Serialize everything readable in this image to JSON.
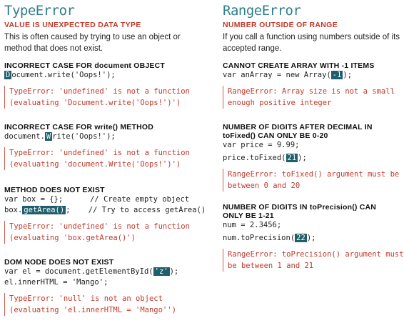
{
  "left": {
    "title": "TypeError",
    "subtitle": "VALUE IS UNEXPECTED DATA TYPE",
    "desc": [
      "This is often caused by trying to use an object or",
      "method that does not exist."
    ],
    "sections": [
      {
        "title_a": "INCORRECT CASE FOR ",
        "title_b": "document",
        "title_c": " OBJECT",
        "code": [
          {
            "pre": "",
            "hl": "D",
            "post": "ocument.write('Oops!');"
          }
        ],
        "msg": [
          "TypeError: 'undefined' is not a function",
          "(evaluating 'Document.write('Oops!')')"
        ]
      },
      {
        "title_a": "INCORRECT CASE FOR ",
        "title_b": "write()",
        "title_c": " METHOD",
        "code": [
          {
            "pre": "document.",
            "hl": "W",
            "post": "rite('Oops!');"
          }
        ],
        "msg": [
          "TypeError: 'undefined' is not a function",
          "(evaluating 'document.Write('Oops!')')"
        ]
      },
      {
        "title_a": "METHOD DOES NOT EXIST",
        "title_b": "",
        "title_c": "",
        "code": [
          {
            "pre": "var box = {};      // Create empty object",
            "hl": "",
            "post": ""
          },
          {
            "pre": "box.",
            "hl": "getArea()",
            "post": ";    // Try to access getArea()"
          }
        ],
        "msg": [
          "TypeError: 'undefined' is not a function",
          "(evaluating 'box.getArea()')"
        ]
      },
      {
        "title_a": "DOM NODE DOES NOT EXIST",
        "title_b": "",
        "title_c": "",
        "code": [
          {
            "pre": "var el = document.getElementById(",
            "hl": "'z'",
            "post": ");"
          },
          {
            "pre": "el.innerHTML = 'Mango';",
            "hl": "",
            "post": ""
          }
        ],
        "msg": [
          "TypeError: 'null' is not an object",
          "(evaluating 'el.innerHTML = 'Mango'')"
        ]
      }
    ]
  },
  "right": {
    "title": "RangeError",
    "subtitle": "NUMBER OUTSIDE OF RANGE",
    "desc": [
      "If you call a function using numbers outside of its",
      "accepted range."
    ],
    "sections": [
      {
        "title_lines": [
          "CANNOT CREATE ARRAY WITH -1 ITEMS"
        ],
        "code": [
          {
            "pre": "var anArray = new Array(",
            "hl": "-1",
            "post": ");"
          }
        ],
        "msg": [
          "RangeError: Array size is not a small",
          "enough positive integer"
        ]
      },
      {
        "title_lines": [
          "NUMBER OF DIGITS AFTER DECIMAL IN",
          "toFixed() CAN ONLY BE 0-20"
        ],
        "code": [
          {
            "pre": "var price = 9.99;",
            "hl": "",
            "post": ""
          },
          {
            "pre": "price.toFixed(",
            "hl": "21",
            "post": ");"
          }
        ],
        "msg": [
          "RangeError: toFixed() argument must be",
          "between 0 and 20"
        ]
      },
      {
        "title_lines": [
          "NUMBER OF DIGITS IN toPrecision() CAN",
          "ONLY BE 1-21"
        ],
        "code": [
          {
            "pre": "num = 2.3456;",
            "hl": "",
            "post": ""
          },
          {
            "pre": "num.toPrecision(",
            "hl": "22",
            "post": ");"
          }
        ],
        "msg": [
          "RangeError: toPrecision() argument must",
          "be between 1 and 21"
        ]
      }
    ]
  }
}
